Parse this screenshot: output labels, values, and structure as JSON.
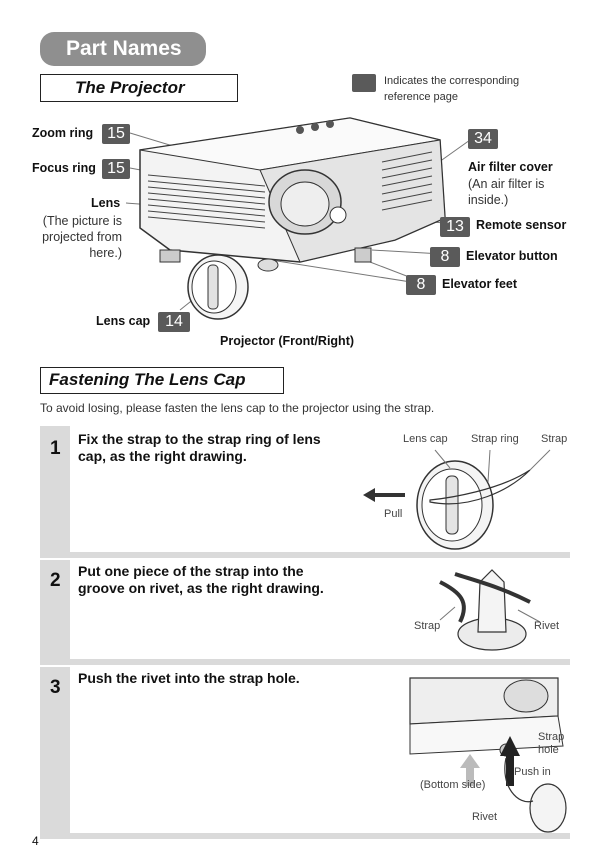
{
  "header": {
    "title": "Part Names",
    "section1": "The Projector",
    "section2": "Fastening The Lens Cap"
  },
  "legend": {
    "text_line1": "Indicates the corresponding",
    "text_line2": "reference page"
  },
  "parts": {
    "zoom_ring": {
      "label": "Zoom ring",
      "page": "15"
    },
    "focus_ring": {
      "label": "Focus ring",
      "page": "15"
    },
    "lens": {
      "label": "Lens",
      "note1": "(The picture is",
      "note2": "projected from",
      "note3": "here.)"
    },
    "lens_cap": {
      "label": "Lens cap",
      "page": "14"
    },
    "air_filter": {
      "label": "Air filter cover",
      "page": "34",
      "note1": "(An air filter is",
      "note2": "inside.)"
    },
    "remote_sensor": {
      "label": "Remote sensor",
      "page": "13"
    },
    "elevator_button": {
      "label": "Elevator button",
      "page": "8"
    },
    "elevator_feet": {
      "label": "Elevator feet",
      "page": "8"
    }
  },
  "figure_caption": "Projector (Front/Right)",
  "intro": "To avoid losing, please fasten the lens cap to the projector using the strap.",
  "steps": [
    {
      "num": "1",
      "line1": "Fix the strap to the strap ring of lens",
      "line2": "cap, as the right drawing.",
      "fig": {
        "lens_cap": "Lens cap",
        "strap_ring": "Strap ring",
        "strap": "Strap",
        "pull": "Pull"
      }
    },
    {
      "num": "2",
      "line1": "Put one piece of the strap into the",
      "line2": "groove on rivet, as the right drawing.",
      "fig": {
        "strap": "Strap",
        "rivet": "Rivet"
      }
    },
    {
      "num": "3",
      "line1": "Push the rivet into the strap hole.",
      "line2": "",
      "fig": {
        "strap_hole1": "Strap",
        "strap_hole2": "hole",
        "push_in": "Push in",
        "bottom_side": "(Bottom side)",
        "rivet": "Rivet"
      }
    }
  ],
  "page_number": "4"
}
